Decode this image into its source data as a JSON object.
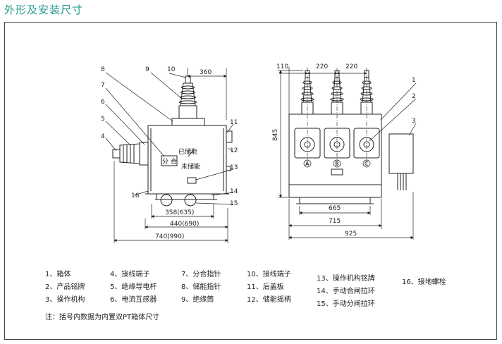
{
  "page_title": "外形及安装尺寸",
  "side_view": {
    "callouts": [
      "8",
      "9",
      "10",
      "7",
      "6",
      "5",
      "4",
      "11",
      "12",
      "13",
      "14",
      "15",
      "16"
    ],
    "dims": {
      "top": "360",
      "d1": "358(635)",
      "d2": "440(690)",
      "d3": "740(990)"
    },
    "panel": {
      "stored": "已储能",
      "unstored": "未储能",
      "open_close": "分 合"
    }
  },
  "front_view": {
    "dims": {
      "t1": "110",
      "t2": "220",
      "t3": "220",
      "height": "845",
      "b1": "665",
      "b2": "715",
      "b3": "925"
    },
    "phases": [
      "A",
      "B",
      "C"
    ],
    "callouts": [
      "1",
      "2",
      "3"
    ]
  },
  "legend": [
    [
      "1、箱体",
      "2、产品铭牌",
      "3、操作机构"
    ],
    [
      "4、接线端子",
      "5、绝缘导电杆",
      "6、电流互感器"
    ],
    [
      "7、分合指针",
      "8、储能指针",
      "9、绝缘筒"
    ],
    [
      "10、接线端子",
      "11、后盖板",
      "12、储能摇柄"
    ],
    [
      "13、操作机构铭牌",
      "14、手动合闸拉环",
      "15、手动分闸拉环"
    ],
    [
      "16、接地螺栓"
    ]
  ],
  "note": "注：括号内数据为内置双PT箱体尺寸"
}
